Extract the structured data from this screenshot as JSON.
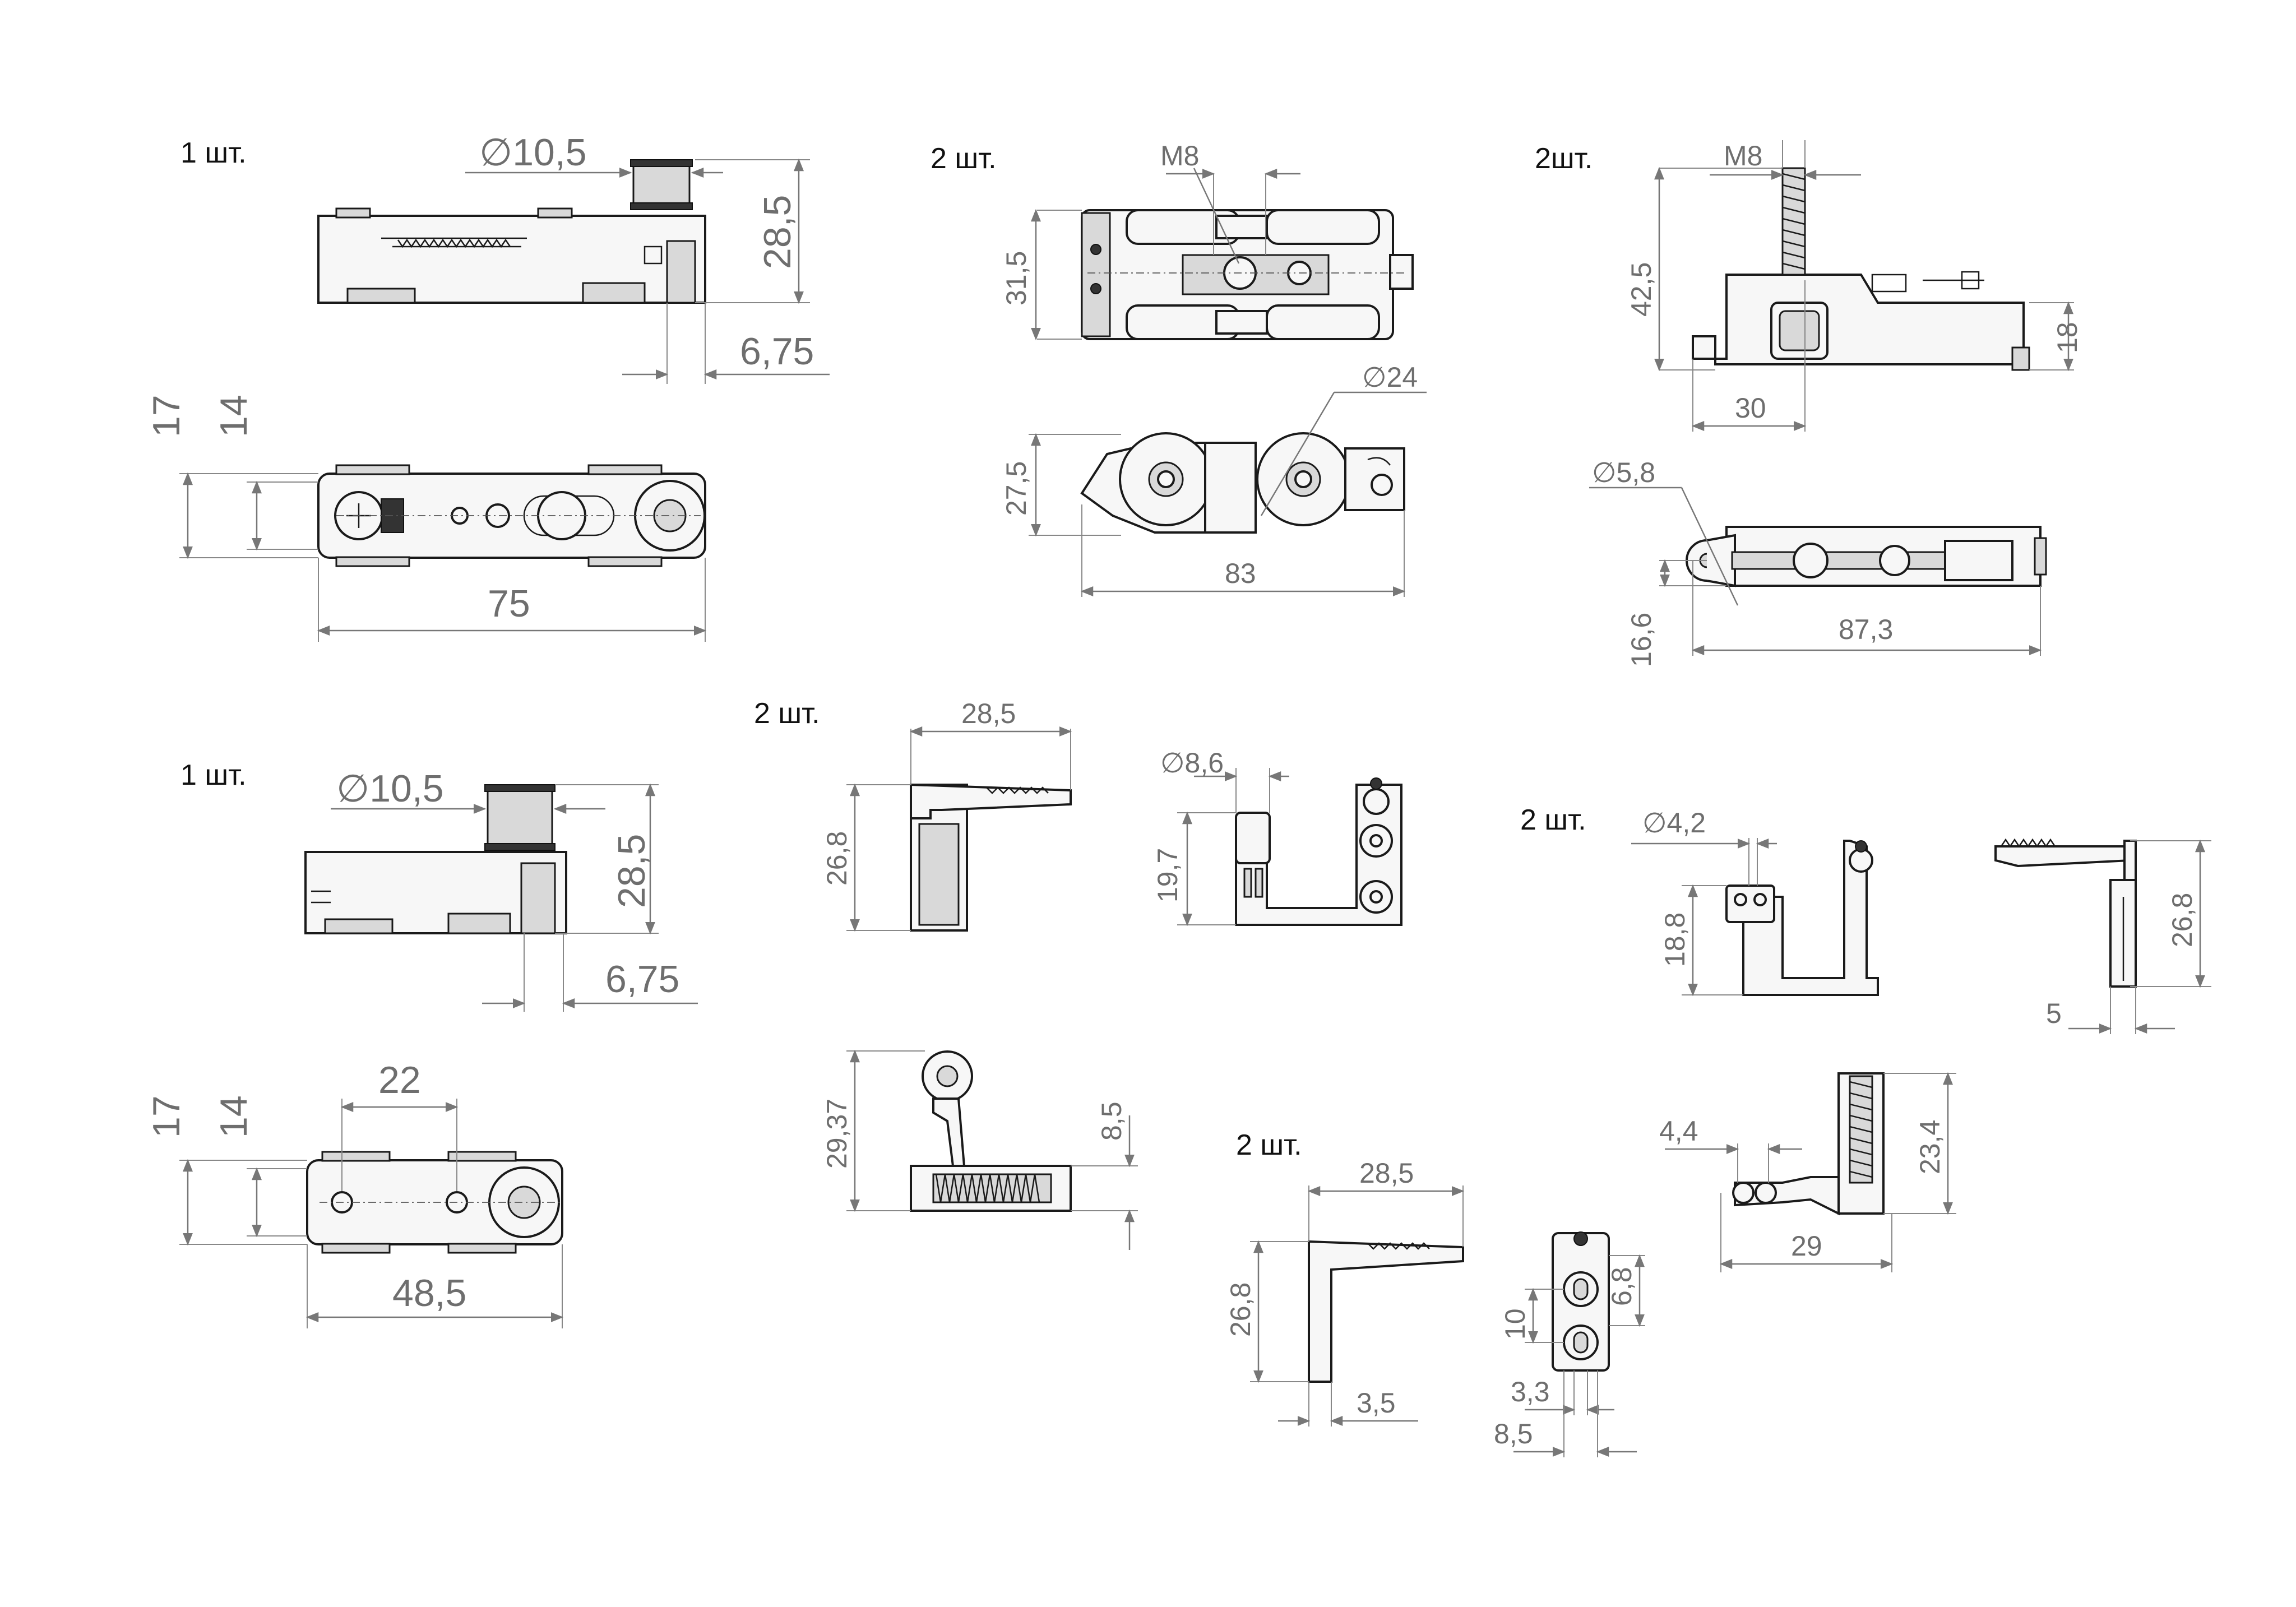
{
  "quantities": {
    "q1": "1 шт.",
    "q2": "2 шт.",
    "q3": "2шт.",
    "q4": "1 шт.",
    "q5": "2 шт.",
    "q6": "2 шт.",
    "q7": "2 шт."
  },
  "dims": {
    "p1_dia": "∅10,5",
    "p1_h": "28,5",
    "p1_off": "6,75",
    "p1_w17": "17",
    "p1_w14": "14",
    "p1_len": "75",
    "p2_m8": "M8",
    "p2_h": "31,5",
    "p2_dia": "∅24",
    "p2_h2": "27,5",
    "p2_len": "83",
    "p3_m8": "M8",
    "p3_h": "42,5",
    "p3_h2": "18",
    "p3_w": "30",
    "p3_dia": "∅5,8",
    "p3_h3": "16,6",
    "p3_len": "87,3",
    "p4_dia": "∅10,5",
    "p4_h": "28,5",
    "p4_off": "6,75",
    "p4_w17": "17",
    "p4_w14": "14",
    "p4_pitch": "22",
    "p4_len": "48,5",
    "p5_w": "28,5",
    "p5_h": "26,8",
    "p5_dia": "∅8,6",
    "p5_h2": "19,7",
    "p5_h3": "29,37",
    "p5_h4": "8,5",
    "p6_dia": "∅4,2",
    "p6_h": "18,8",
    "p6_h2": "26,8",
    "p6_w": "5",
    "p6_sp": "4,4",
    "p6_h3": "23,4",
    "p6_len": "29",
    "p7_w": "28,5",
    "p7_h": "26,8",
    "p7_t": "3,5",
    "p7_h2": "6,8",
    "p7_h3": "10",
    "p7_w2": "3,3",
    "p7_w3": "8,5"
  }
}
